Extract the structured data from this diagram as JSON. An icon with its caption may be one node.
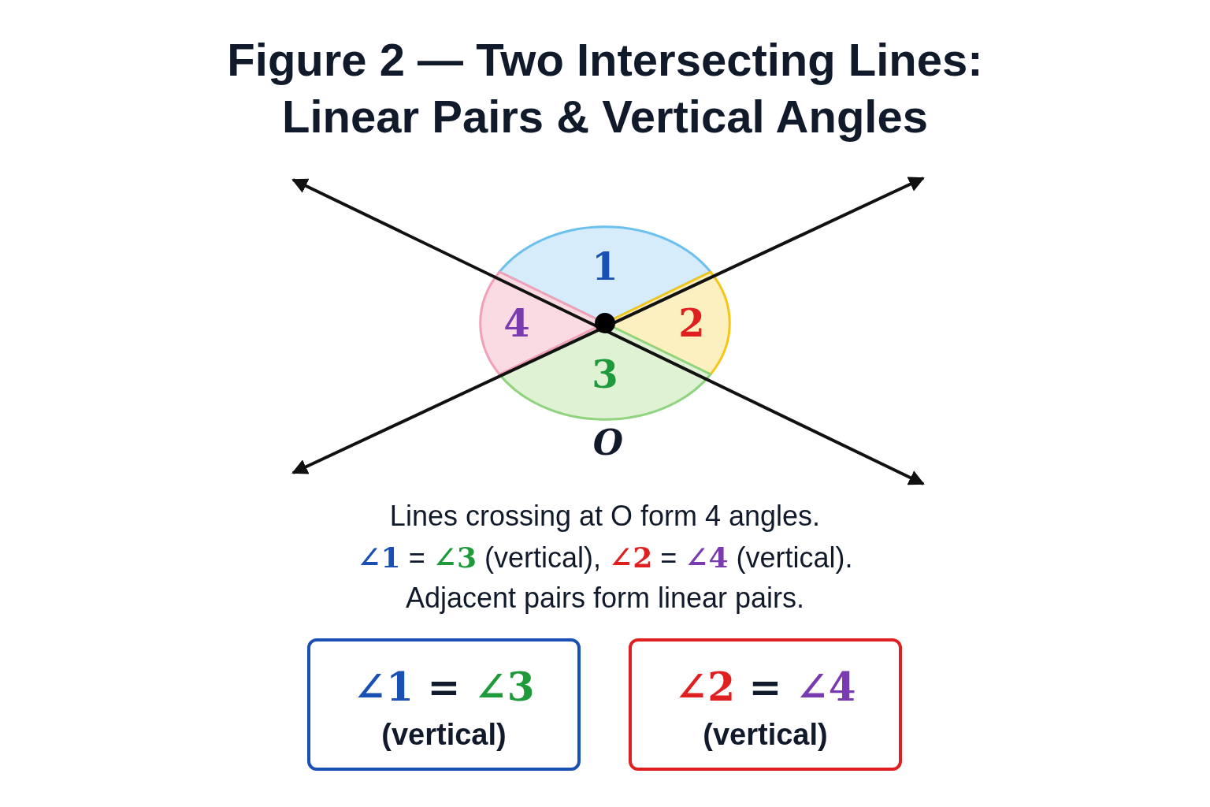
{
  "diagram": {
    "title": "Figure 2 — Two Intersecting Lines: Linear Pairs & Vertical Angles",
    "nodes": [
      {
        "text": [
          "1"
        ]
      },
      {
        "text": [
          "2"
        ]
      },
      {
        "text": [
          "3"
        ]
      },
      {
        "text": [
          "4"
        ]
      },
      {
        "text": [
          "∠1 = ∠3",
          "(vertical)"
        ]
      },
      {
        "text": [
          "∠2 = ∠4",
          "(vertical)"
        ]
      }
    ],
    "labels": [
      "O",
      "Lines crossing at O form 4 angles.",
      "∠1 = ∠3 (vertical), ∠2 = ∠4 (vertical).",
      "Adjacent pairs form linear pairs."
    ]
  }
}
